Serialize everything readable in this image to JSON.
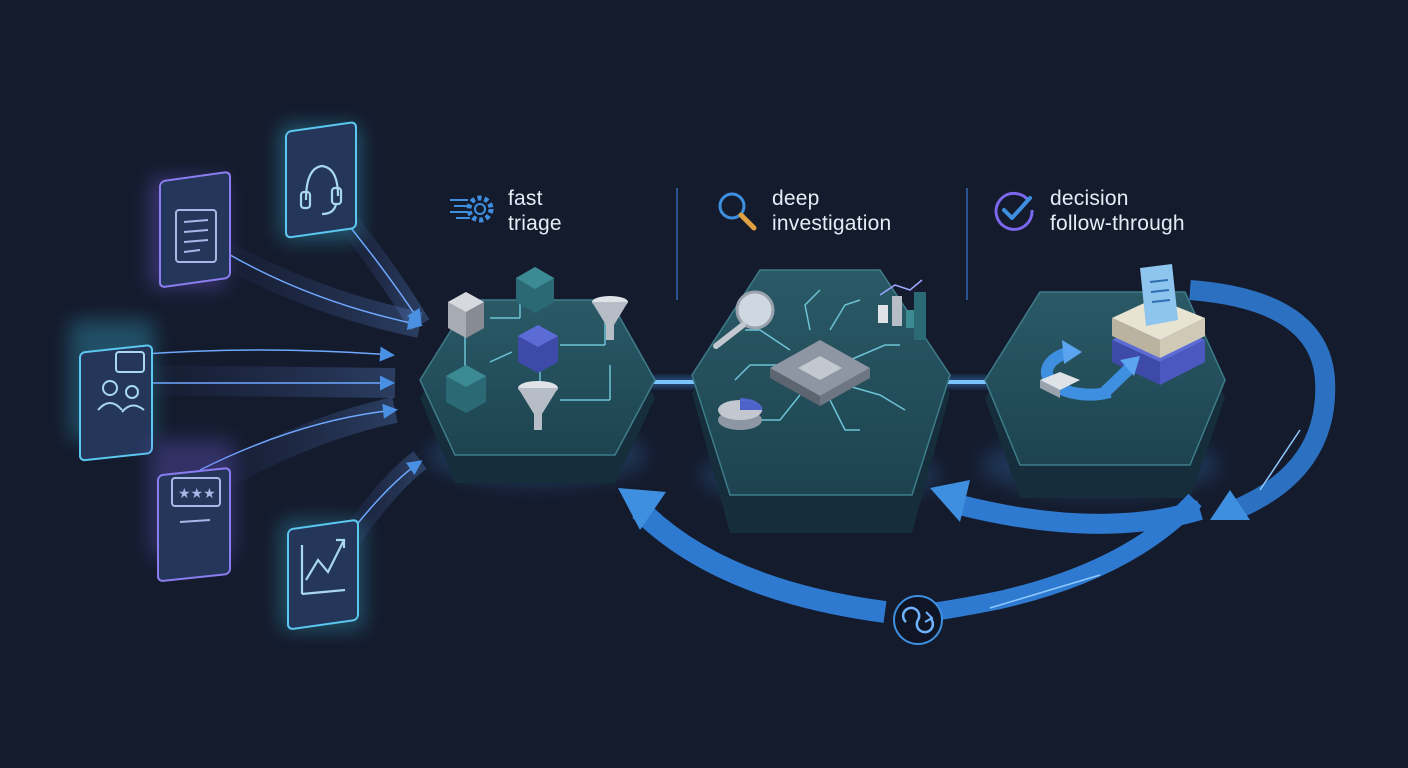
{
  "colors": {
    "background": "#141b2d",
    "accent_blue": "#3f8fe0",
    "glow_blue": "#4aa3ff",
    "platform_teal": "#1f4a57",
    "icon_tile": "#24365a",
    "icon_glow_purple": "#7b68ee",
    "icon_glow_cyan": "#3fc6e8",
    "label_text": "#e6ecf5"
  },
  "inputs": [
    {
      "icon": "survey-form-icon"
    },
    {
      "icon": "headset-icon"
    },
    {
      "icon": "chat-users-icon"
    },
    {
      "icon": "star-rating-icon"
    },
    {
      "icon": "trend-chart-icon"
    }
  ],
  "stages": [
    {
      "line1": "fast",
      "line2": "triage",
      "icon": "speed-gear-icon"
    },
    {
      "line1": "deep",
      "line2": "investigation",
      "icon": "magnifier-icon"
    },
    {
      "line1": "decision",
      "line2": "follow-through",
      "icon": "check-circle-icon"
    }
  ],
  "loop_icon": "loop-sync-icon"
}
